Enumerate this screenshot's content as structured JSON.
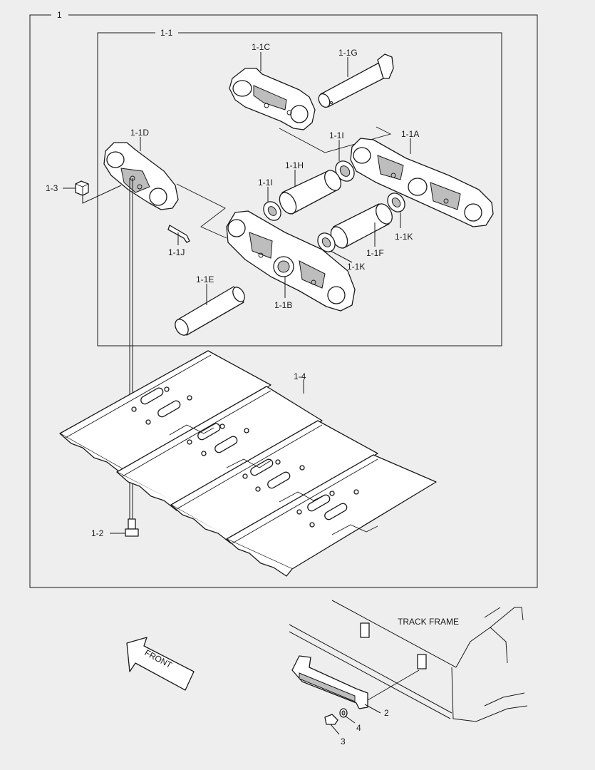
{
  "labels": {
    "assembly": "1",
    "sub_assembly": "1-1",
    "link_a": "1-1A",
    "link_b": "1-1B",
    "link_c": "1-1C",
    "link_d": "1-1D",
    "pin_e": "1-1E",
    "bushing_f": "1-1F",
    "pin_g": "1-1G",
    "bushing_h": "1-1H",
    "seal_i_upper": "1-1I",
    "seal_i_lower": "1-1I",
    "pin_j": "1-1J",
    "seal_k_right": "1-1K",
    "seal_k_left": "1-1K",
    "bolt": "1-2",
    "nut": "1-3",
    "shoe": "1-4",
    "guard": "2",
    "guard_bolt": "3",
    "guard_washer": "4",
    "track_frame": "TRACK FRAME",
    "front": "FRONT"
  }
}
